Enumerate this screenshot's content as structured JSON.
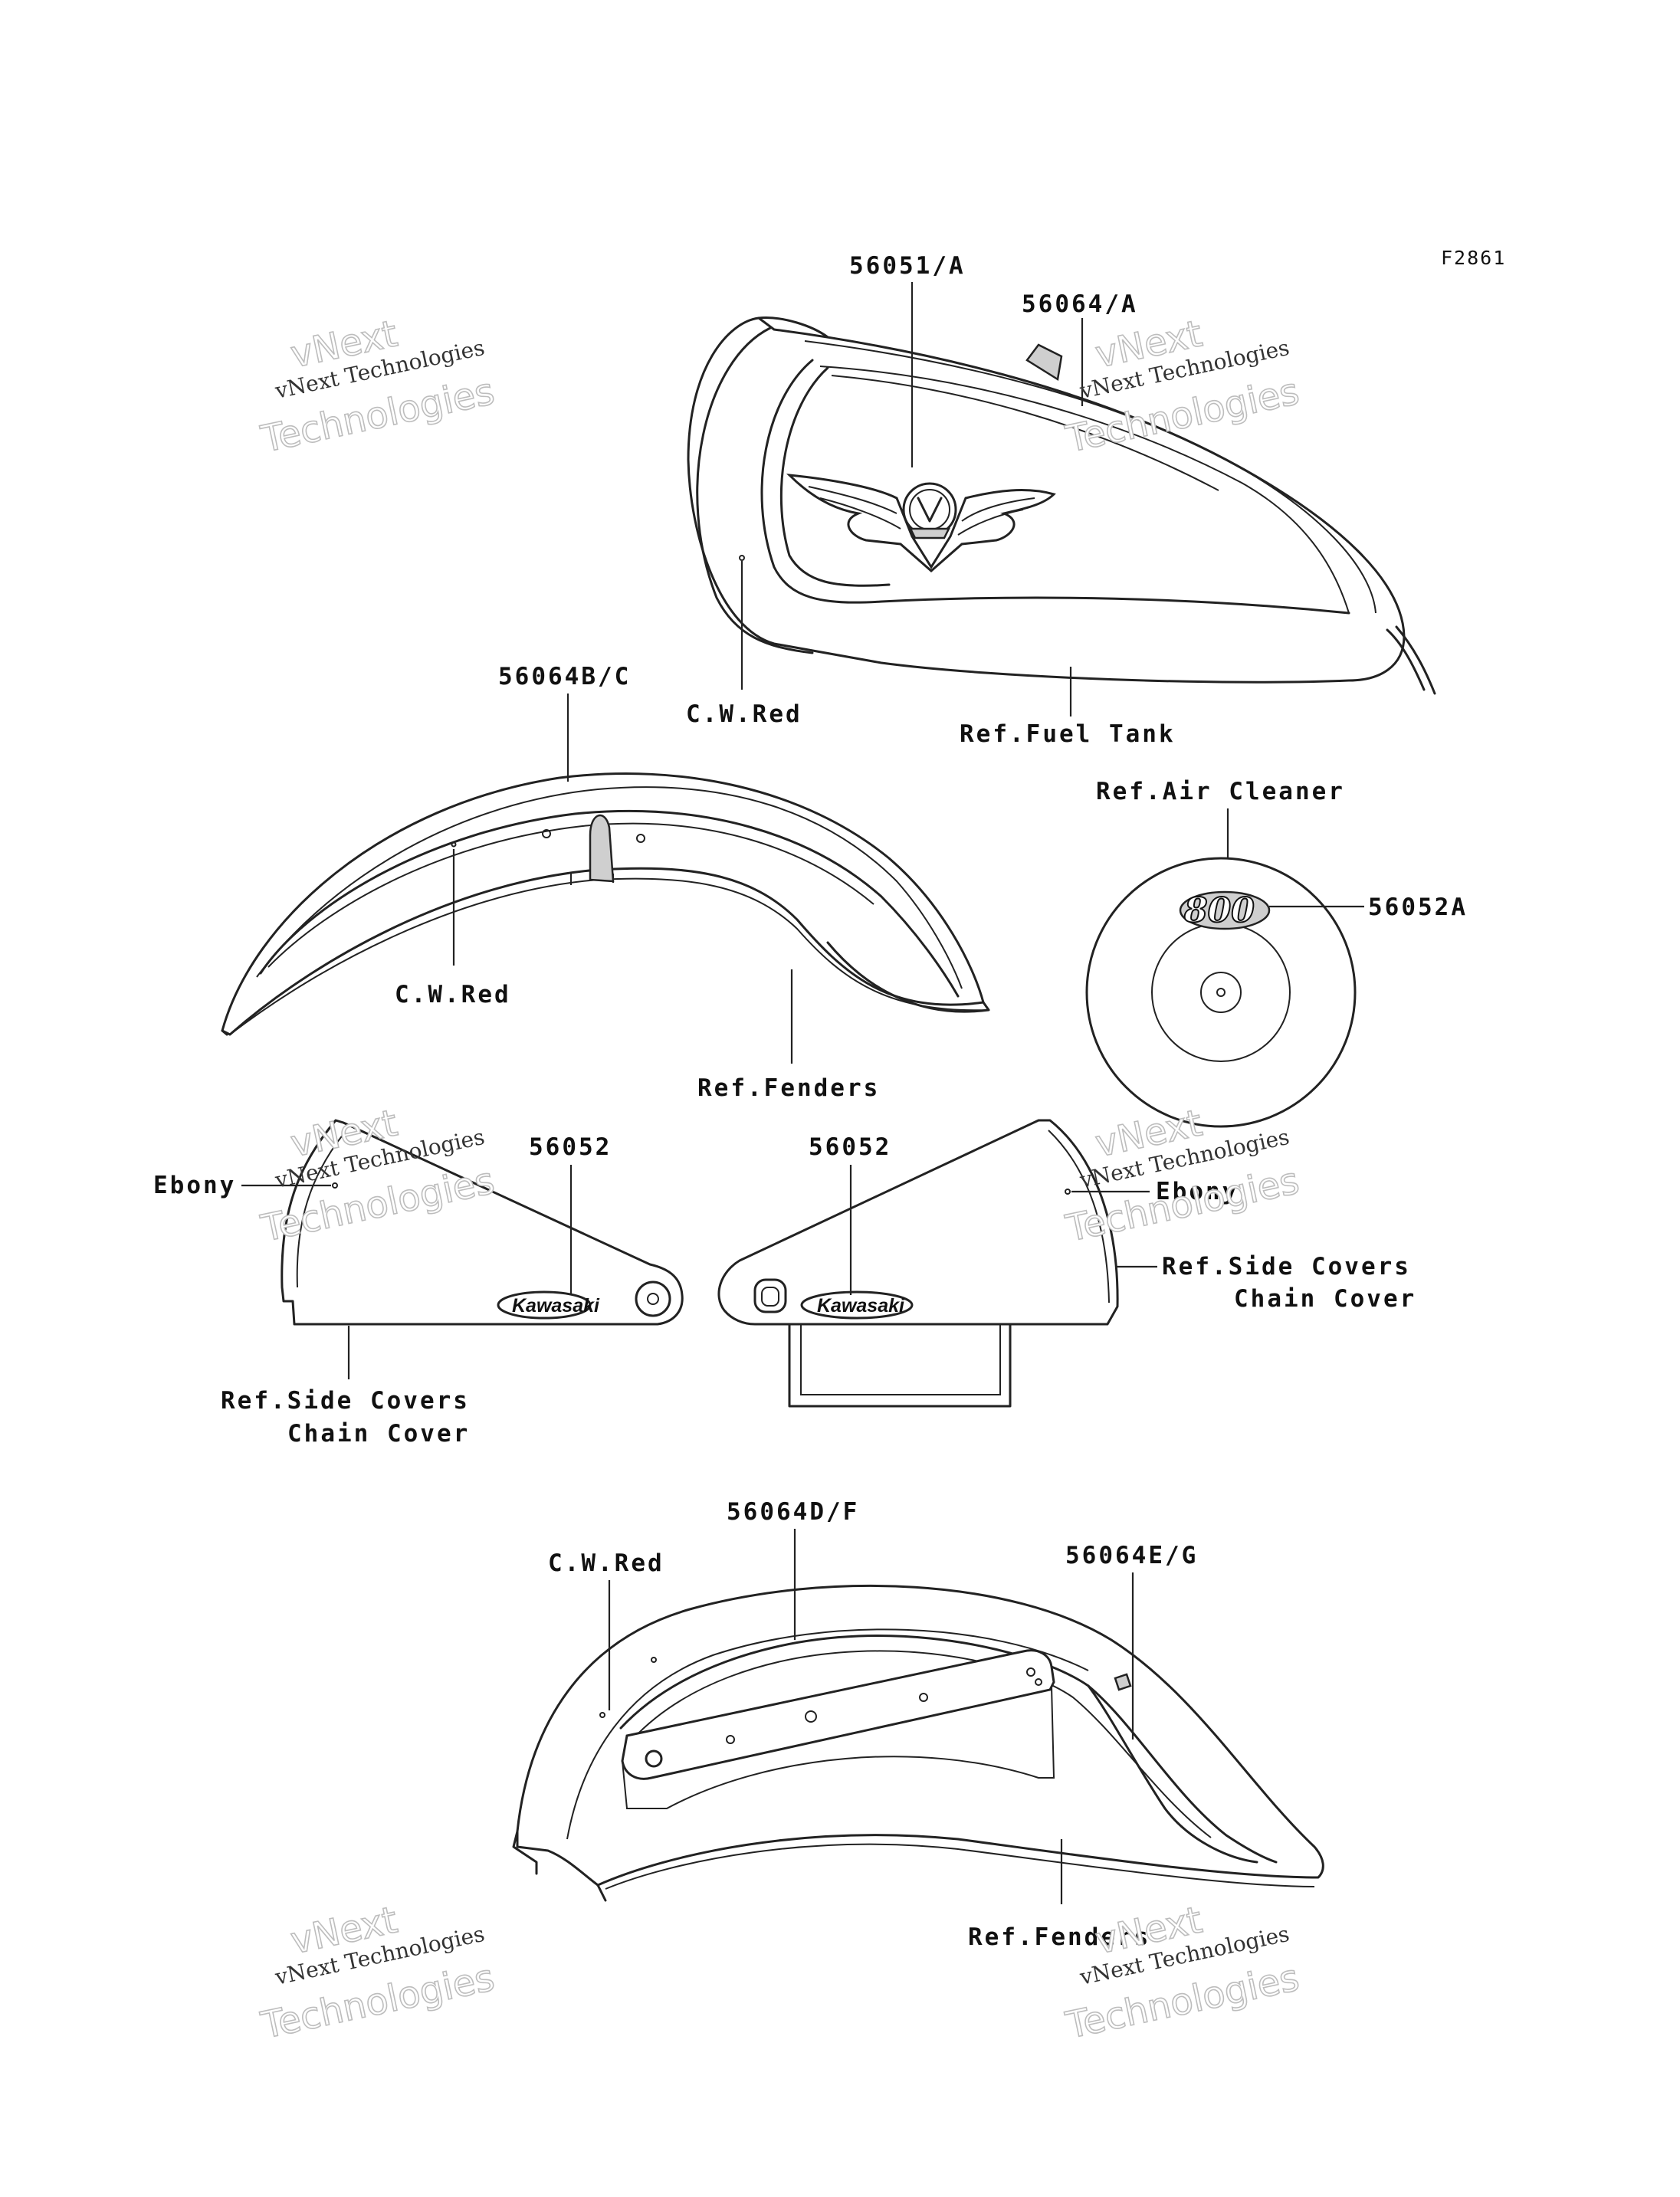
{
  "figure_code": "F2861",
  "labels": {
    "tank_emblem": "56051/A",
    "tank_stripe": "56064/A",
    "tank_color": "C.W.Red",
    "tank_ref": "Ref.Fuel Tank",
    "front_fender_stripe": "56064B/C",
    "front_fender_color": "C.W.Red",
    "front_fender_ref": "Ref.Fenders",
    "air_cleaner_ref": "Ref.Air Cleaner",
    "air_cleaner_decal": "56052A",
    "left_cover_decal": "56052",
    "left_cover_color": "Ebony",
    "left_cover_ref_1": "Ref.Side Covers",
    "left_cover_ref_2": "Chain Cover",
    "right_cover_decal": "56052",
    "right_cover_color": "Ebony",
    "right_cover_ref_1": "Ref.Side Covers",
    "right_cover_ref_2": "Chain Cover",
    "rear_fender_stripe_1": "56064D/F",
    "rear_fender_stripe_2": "56064E/G",
    "rear_fender_color": "C.W.Red",
    "rear_fender_ref": "Ref.Fenders"
  },
  "decals": {
    "brand_text": "Kawasaki",
    "air_cleaner_number": "800"
  },
  "watermark": {
    "line1": "vNext",
    "line2": "vNext Technologies",
    "line3": "Technologies"
  }
}
